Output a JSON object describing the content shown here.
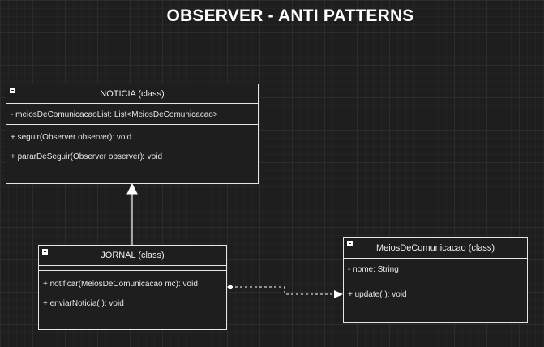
{
  "diagram": {
    "title": "OBSERVER - ANTI PATTERNS",
    "classes": {
      "noticia": {
        "name": "NOTICIA (class)",
        "attributes": [
          "- meiosDeComunicacaoList: List<MeiosDeComunicacao>"
        ],
        "methods": [
          "+ seguir(Observer observer): void",
          "+ pararDeSeguir(Observer observer): void"
        ]
      },
      "jornal": {
        "name": "JORNAL (class)",
        "attributes": [],
        "methods": [
          "+ notificar(MeiosDeComunicacao mc): void",
          "+ enviarNoticia( ): void"
        ]
      },
      "meios": {
        "name": "MeiosDeComunicacao (class)",
        "attributes": [
          "- nome: String"
        ],
        "methods": [
          "+ update( ): void"
        ]
      }
    },
    "relations": [
      {
        "from": "JORNAL",
        "to": "NOTICIA",
        "type": "inheritance"
      },
      {
        "from": "JORNAL",
        "to": "MeiosDeComunicacao",
        "type": "dependency"
      }
    ],
    "colors": {
      "background": "#1e1e1e",
      "line": "#ffffff",
      "text": "#f0f0f0"
    }
  }
}
